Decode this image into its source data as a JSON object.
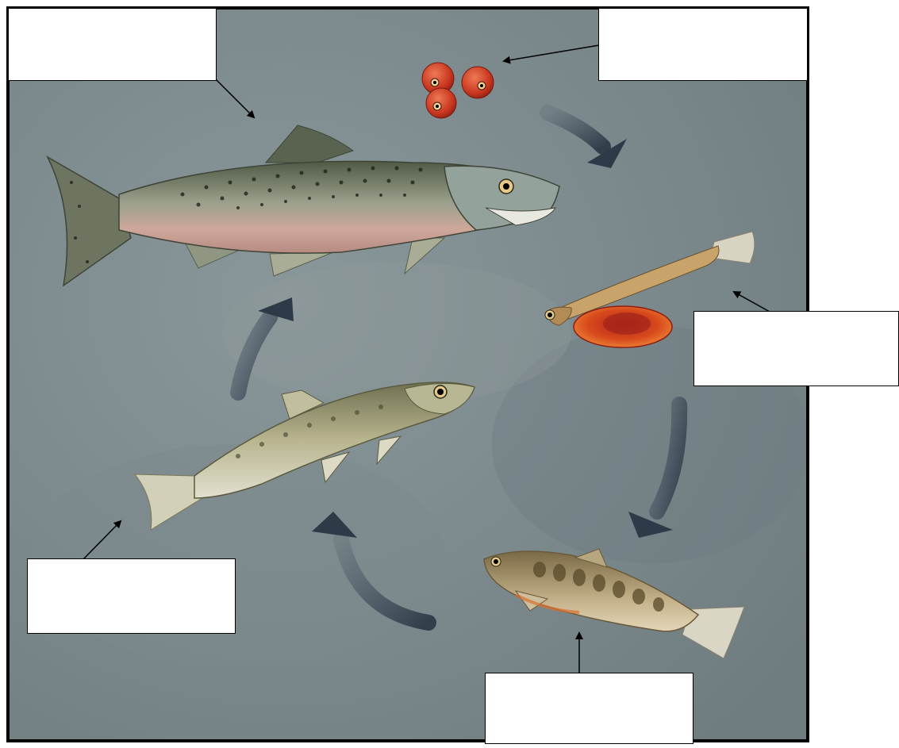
{
  "diagram": {
    "stages": [
      {
        "id": "eggs",
        "label": ""
      },
      {
        "id": "alevin",
        "label": ""
      },
      {
        "id": "fry",
        "label": ""
      },
      {
        "id": "smolt",
        "label": ""
      },
      {
        "id": "adult",
        "label": ""
      }
    ],
    "colors": {
      "background": "#7f8c8f",
      "cycle_arrow": "#3d4a5a",
      "frame": "#000000",
      "label_fill": "#ffffff",
      "egg": "#c8361f",
      "adult_back": "#5d6b52",
      "adult_belly": "#c99a8e",
      "adult_head": "#8f9e98",
      "smolt_body": "#a3a27a",
      "fry_body": "#b0a077",
      "alevin_body": "#c9a46a",
      "alevin_yolk": "#d84a1c"
    }
  }
}
